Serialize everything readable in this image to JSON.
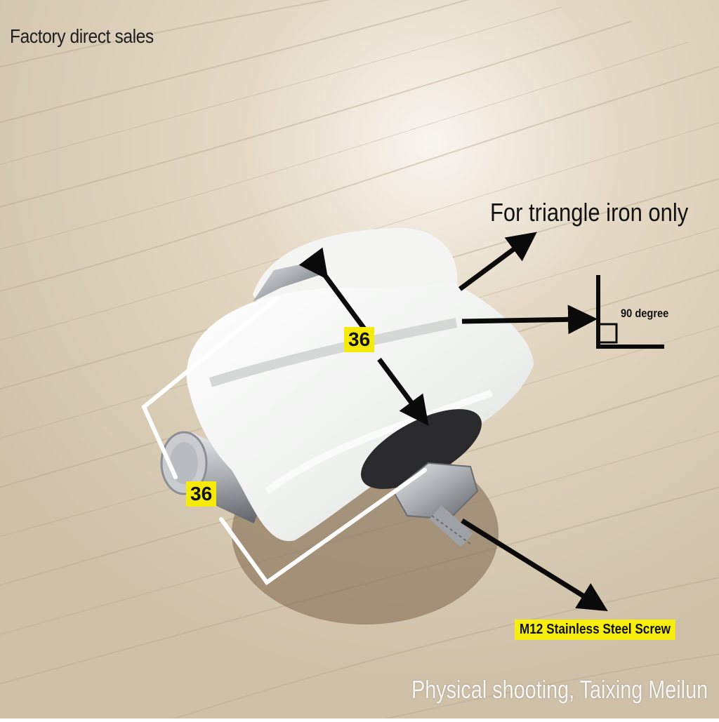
{
  "captions": {
    "top": "Factory direct sales",
    "triangle": "For triangle iron only",
    "degree": "90 degree",
    "screw": "M12 Stainless Steel Screw",
    "watermark": "Physical shooting, Taixing Meilun"
  },
  "dimensions": {
    "height_label": "36",
    "width_label": "36"
  },
  "colors": {
    "highlight": "#f5ea0c",
    "wood_light": "#e3d6c0",
    "wood_dark": "#cdbfa8",
    "wheel": "#f1f2f1",
    "arrow": "#0a0a0a"
  }
}
